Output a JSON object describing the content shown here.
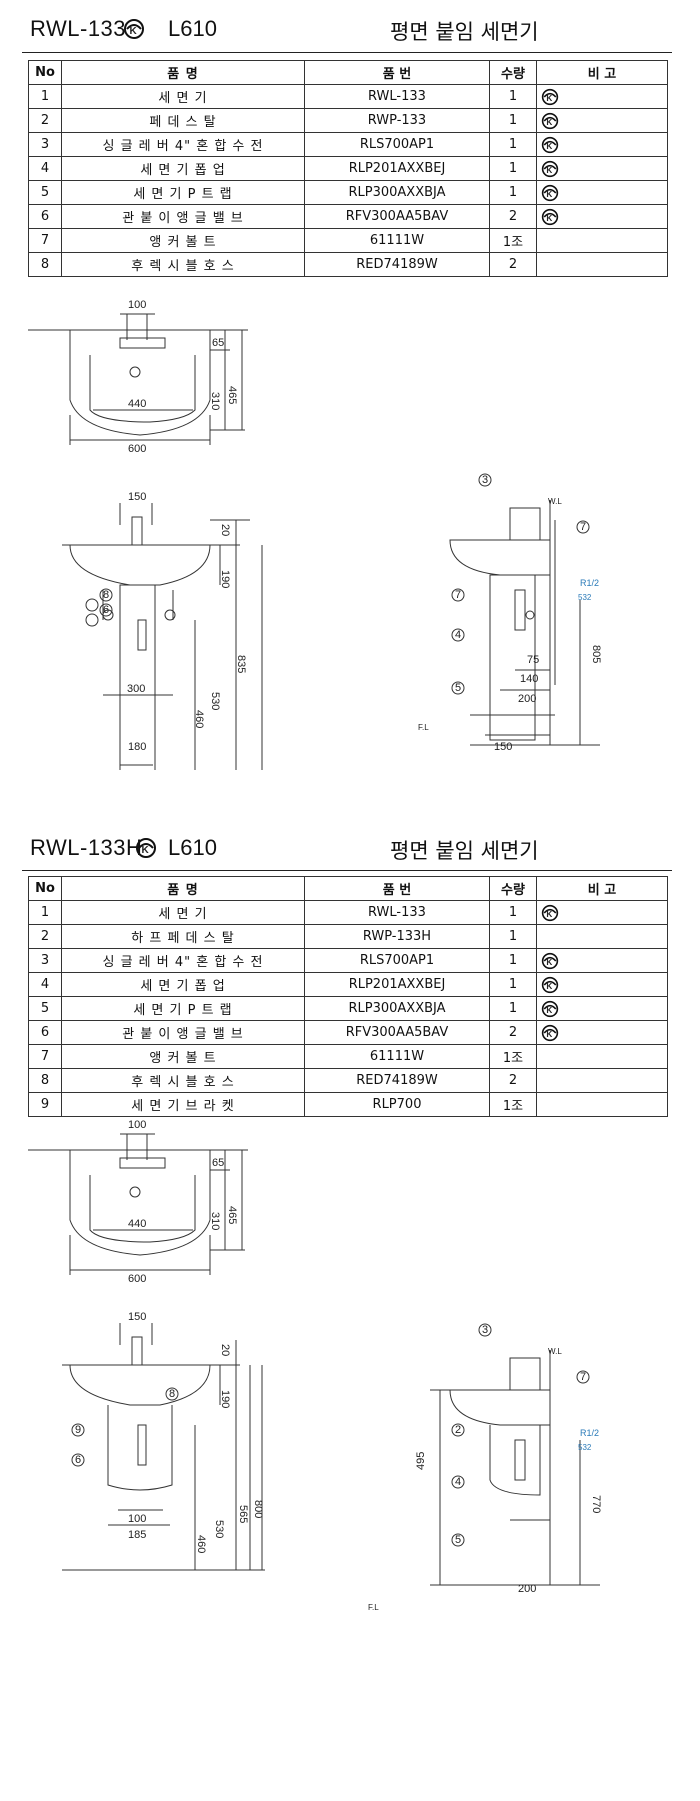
{
  "sections": [
    {
      "model": "RWL-133",
      "series": "L610",
      "category": "평면 붙임 세면기",
      "headers": [
        "No",
        "품 명",
        "품 번",
        "수량",
        "비 고"
      ],
      "rows": [
        {
          "no": "1",
          "name": "세 면 기",
          "code": "RWL-133",
          "qty": "1",
          "ks": true
        },
        {
          "no": "2",
          "name": "페 데 스 탈",
          "code": "RWP-133",
          "qty": "1",
          "ks": true
        },
        {
          "no": "3",
          "name": "싱 글 레 버 4\" 혼 합 수 전",
          "code": "RLS700AP1",
          "qty": "1",
          "ks": true
        },
        {
          "no": "4",
          "name": "세 면 기 폽 업",
          "code": "RLP201AXXBEJ",
          "qty": "1",
          "ks": true
        },
        {
          "no": "5",
          "name": "세 면 기 P 트 랩",
          "code": "RLP300AXXBJA",
          "qty": "1",
          "ks": true
        },
        {
          "no": "6",
          "name": "관 붙 이 앵 글 밸 브",
          "code": "RFV300AA5BAV",
          "qty": "2",
          "ks": true
        },
        {
          "no": "7",
          "name": "앵 커 볼 트",
          "code": "61111W",
          "qty": "1조",
          "ks": false
        },
        {
          "no": "8",
          "name": "후 렉 시 블 호 스",
          "code": "RED74189W",
          "qty": "2",
          "ks": false
        }
      ],
      "dims": {
        "top": [
          "100",
          "65",
          "310",
          "465",
          "440",
          "600"
        ],
        "front": [
          "150",
          "20",
          "190",
          "835",
          "530",
          "460",
          "300",
          "180"
        ],
        "front_callouts": [
          "8",
          "6"
        ],
        "side": [
          "W.L",
          "R1/2",
          "532",
          "805",
          "75",
          "140",
          "200",
          "150",
          "F.L"
        ],
        "side_callouts": [
          "3",
          "7",
          "7",
          "4",
          "5"
        ]
      }
    },
    {
      "model": "RWL-133H",
      "series": "L610",
      "category": "평면 붙임 세면기",
      "headers": [
        "No",
        "품 명",
        "품 번",
        "수량",
        "비 고"
      ],
      "rows": [
        {
          "no": "1",
          "name": "세 면 기",
          "code": "RWL-133",
          "qty": "1",
          "ks": true
        },
        {
          "no": "2",
          "name": "하 프 페 데 스 탈",
          "code": "RWP-133H",
          "qty": "1",
          "ks": false
        },
        {
          "no": "3",
          "name": "싱 글 레 버 4\" 혼 합 수 전",
          "code": "RLS700AP1",
          "qty": "1",
          "ks": true
        },
        {
          "no": "4",
          "name": "세 면 기 폽 업",
          "code": "RLP201AXXBEJ",
          "qty": "1",
          "ks": true
        },
        {
          "no": "5",
          "name": "세 면 기 P 트 랩",
          "code": "RLP300AXXBJA",
          "qty": "1",
          "ks": true
        },
        {
          "no": "6",
          "name": "관 붙 이 앵 글 밸 브",
          "code": "RFV300AA5BAV",
          "qty": "2",
          "ks": true
        },
        {
          "no": "7",
          "name": "앵 커 볼 트",
          "code": "61111W",
          "qty": "1조",
          "ks": false
        },
        {
          "no": "8",
          "name": "후 렉 시 블 호 스",
          "code": "RED74189W",
          "qty": "2",
          "ks": false
        },
        {
          "no": "9",
          "name": "세 면 기 브 라 켓",
          "code": "RLP700",
          "qty": "1조",
          "ks": false
        }
      ],
      "dims": {
        "top": [
          "100",
          "65",
          "310",
          "465",
          "440",
          "600"
        ],
        "front": [
          "150",
          "20",
          "190",
          "800",
          "565",
          "530",
          "460",
          "100",
          "185"
        ],
        "front_callouts": [
          "8",
          "9",
          "6"
        ],
        "side": [
          "W.L",
          "R1/2",
          "532",
          "495",
          "770",
          "200",
          "F.L"
        ],
        "side_callouts": [
          "3",
          "7",
          "2",
          "4",
          "5"
        ]
      }
    }
  ]
}
